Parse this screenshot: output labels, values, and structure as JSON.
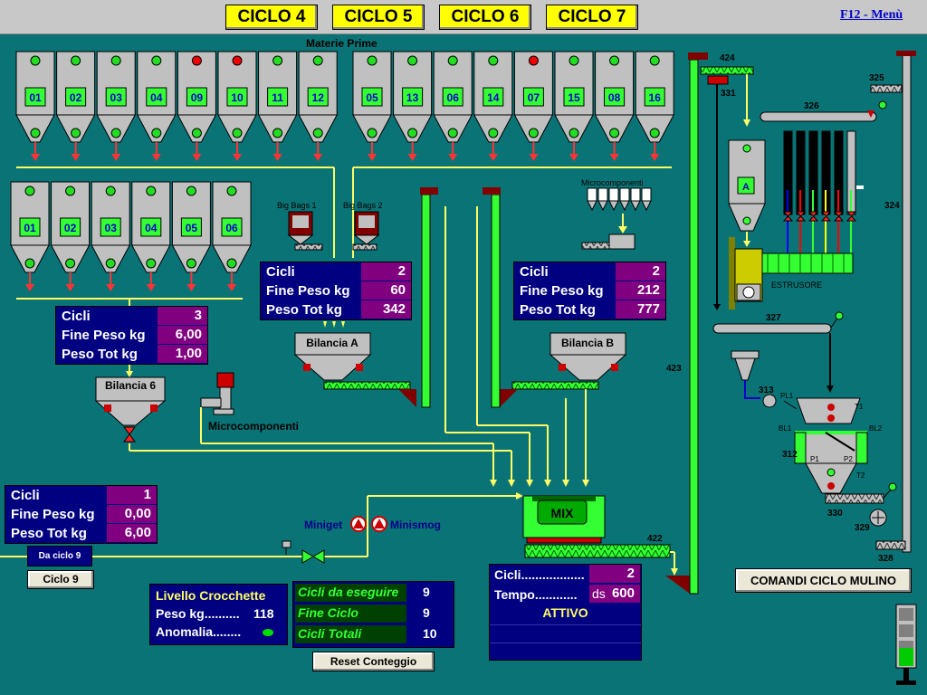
{
  "header": {
    "cycle_buttons": [
      "CICLO 4",
      "CICLO 5",
      "CICLO 6",
      "CICLO 7"
    ],
    "menu_link": "F12 - Menù"
  },
  "labels": {
    "materie_prime": "Materie Prime",
    "big_bags_1": "Big Bags 1",
    "big_bags_2": "Big Bags 2",
    "microcomponenti_top": "Microcomponenti",
    "microcomponenti_mid": "Microcomponenti",
    "estrusore": "ESTRUSORE",
    "miniget": "Miniget",
    "minismog": "Minismog",
    "mix": "MIX",
    "bilancia_a": "Bilancia A",
    "bilancia_b": "Bilancia B",
    "bilancia_6": "Bilancia 6"
  },
  "silos_top_left": [
    "01",
    "02",
    "03",
    "04",
    "09",
    "10",
    "11",
    "12"
  ],
  "silos_top_left_status": [
    "green",
    "green",
    "green",
    "green",
    "red",
    "red",
    "green",
    "green"
  ],
  "silos_top_right": [
    "05",
    "13",
    "06",
    "14",
    "07",
    "15",
    "08",
    "16"
  ],
  "silos_top_right_status": [
    "green",
    "green",
    "green",
    "green",
    "red",
    "green",
    "green",
    "green"
  ],
  "silos_mid": [
    "01",
    "02",
    "03",
    "04",
    "05",
    "06"
  ],
  "panel_bilancia6": {
    "cicli_label": "Cicli",
    "cicli": "3",
    "fine_peso_label": "Fine Peso kg",
    "fine_peso": "6,00",
    "peso_tot_label": "Peso Tot kg",
    "peso_tot": "1,00"
  },
  "panel_a": {
    "cicli_label": "Cicli",
    "cicli": "2",
    "fine_peso_label": "Fine Peso kg",
    "fine_peso": "60",
    "peso_tot_label": "Peso Tot kg",
    "peso_tot": "342"
  },
  "panel_b": {
    "cicli_label": "Cicli",
    "cicli": "2",
    "fine_peso_label": "Fine Peso kg",
    "fine_peso": "212",
    "peso_tot_label": "Peso Tot kg",
    "peso_tot": "777"
  },
  "panel_ciclo9": {
    "cicli_label": "Cicli",
    "cicli": "1",
    "fine_peso_label": "Fine Peso kg",
    "fine_peso": "0,00",
    "peso_tot_label": "Peso Tot kg",
    "peso_tot": "6,00"
  },
  "da_ciclo9": "Da ciclo 9",
  "ciclo9_button": "Ciclo 9",
  "livello": {
    "title": "Livello Crocchette",
    "peso_label": "Peso kg..........",
    "peso": "118",
    "anomalia_label": "Anomalia........"
  },
  "cicli_counts": {
    "da_eseguire_label": "Cicli da eseguire",
    "da_eseguire": "9",
    "fine_ciclo_label": "Fine Ciclo",
    "fine_ciclo": "9",
    "totali_label": "Cicli Totali",
    "totali": "10"
  },
  "reset_button": "Reset Conteggio",
  "mix_panel": {
    "cicli_label": "Cicli..................",
    "cicli": "2",
    "tempo_label": "Tempo............",
    "tempo_unit": "ds",
    "tempo": "600",
    "status": "ATTIVO"
  },
  "comandi_button": "COMANDI CICLO MULINO",
  "numbers": {
    "n424": "424",
    "n331": "331",
    "n325": "325",
    "n326": "326",
    "n324": "324",
    "n327": "327",
    "n423": "423",
    "n422": "422",
    "n313": "313",
    "n312": "312",
    "n330": "330",
    "n329": "329",
    "n328": "328",
    "pl1": "PL1",
    "t1": "T1",
    "bl1": "BL1",
    "bl2": "BL2",
    "p1": "P1",
    "p2": "P2",
    "t2": "T2",
    "hopper_a": "A"
  },
  "colors": {
    "background": "#0a7375",
    "panel": "#000080",
    "value": "#800080",
    "conveyor": "#33ff33",
    "pipe": "#ffff66"
  }
}
